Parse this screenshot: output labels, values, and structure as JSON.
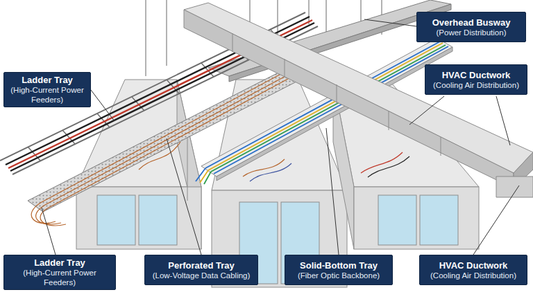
{
  "diagram": {
    "nodes": [
      {
        "text": [
          "Overhead Busway",
          "(Power Distribution)"
        ]
      },
      {
        "text": [
          "Ladder Tray",
          "(High-Current Power Feeders)"
        ]
      },
      {
        "text": [
          "HVAC Ductwork",
          "(Cooling Air Distribution)"
        ]
      },
      {
        "text": [
          "Ladder Tray",
          "(High-Current Power Feeders)"
        ]
      },
      {
        "text": [
          "Perforated Tray",
          "(Low-Voltage Data Cabling)"
        ]
      },
      {
        "text": [
          "Solid-Bottom Tray",
          "(Fiber Optic Backbone)"
        ]
      },
      {
        "text": [
          "HVAC Ductwork",
          "(Cooling Air Distribution)"
        ]
      }
    ]
  }
}
